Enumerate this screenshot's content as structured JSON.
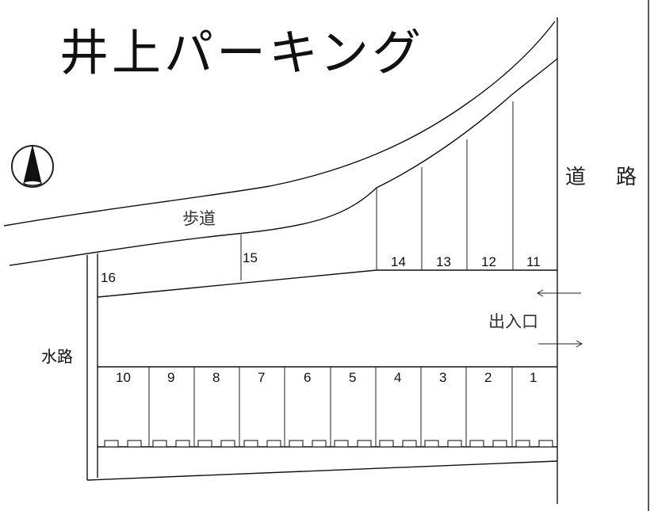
{
  "title": "井上パーキング",
  "labels": {
    "sidewalk": "歩道",
    "road": "道　路",
    "road_char1": "道",
    "road_char2": "路",
    "entrance": "出入口",
    "waterway": "水路"
  },
  "compass": {
    "icon": "north-arrow-icon"
  },
  "spaces": {
    "top_row": [
      "16",
      "15",
      "14",
      "13",
      "12",
      "11"
    ],
    "bottom_row": [
      "10",
      "9",
      "8",
      "7",
      "6",
      "5",
      "4",
      "3",
      "2",
      "1"
    ]
  },
  "arrows": {
    "entry": "←",
    "exit": "→"
  }
}
